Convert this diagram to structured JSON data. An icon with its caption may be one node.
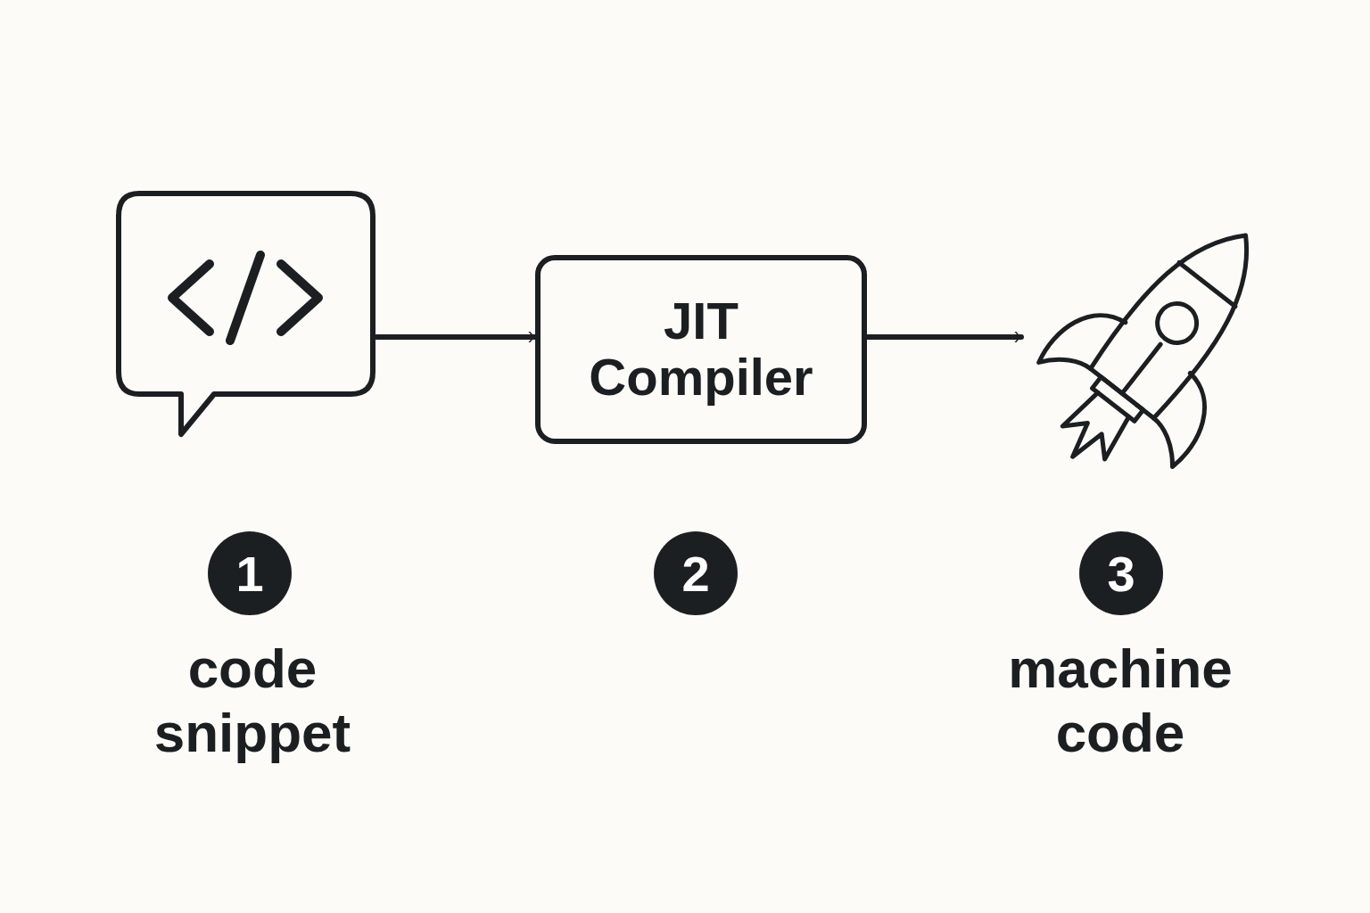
{
  "diagram": {
    "nodes": [
      {
        "text": [],
        "shape": "bubble"
      },
      {
        "text": [
          "JIT Compiler"
        ]
      },
      {
        "text": [],
        "shape": "rocket"
      }
    ],
    "edges": [
      {
        "from": 0,
        "to": 1,
        "arrow": "to"
      },
      {
        "from": 1,
        "to": 2,
        "arrow": "to"
      }
    ],
    "labels": [
      "1",
      "2",
      "3",
      "code snippet",
      "machine code"
    ]
  }
}
